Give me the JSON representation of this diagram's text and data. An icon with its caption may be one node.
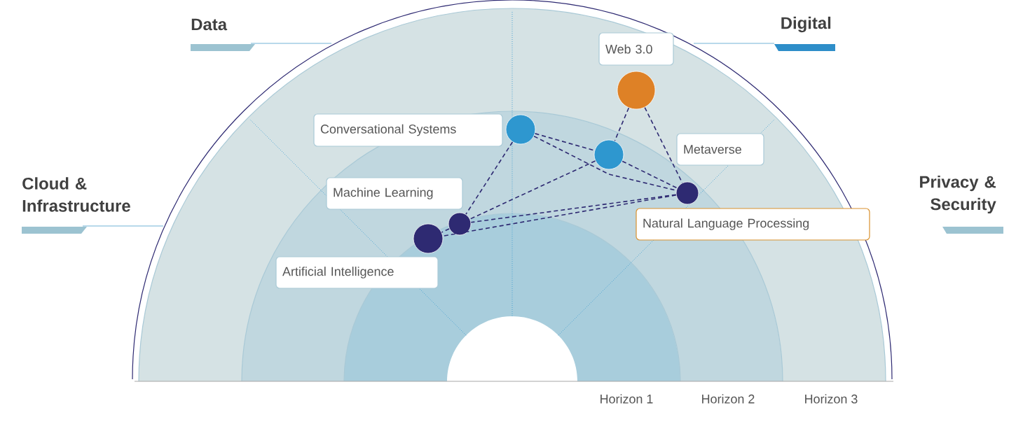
{
  "diagram": {
    "nodes": [
      {
        "text": [
          "Web 3.0"
        ]
      },
      {
        "text": [],
        "shape": "circle"
      },
      {
        "text": [
          "Conversational Systems"
        ]
      },
      {
        "text": [],
        "shape": "circle"
      },
      {
        "text": [],
        "shape": "circle"
      },
      {
        "text": [
          "Metaverse"
        ]
      },
      {
        "text": [
          "Machine Learning"
        ]
      },
      {
        "text": [],
        "shape": "circle"
      },
      {
        "text": [],
        "shape": "circle"
      },
      {
        "text": [
          "Natural Language Processing"
        ]
      },
      {
        "text": [],
        "shape": "circle"
      },
      {
        "text": [
          "Artificial Intelligence"
        ]
      }
    ],
    "edges": [
      {
        "from": 1,
        "to": 4,
        "arrow": "none"
      },
      {
        "from": 1,
        "to": 7,
        "arrow": "none"
      },
      {
        "from": 3,
        "to": 4,
        "arrow": "none"
      },
      {
        "from": 3,
        "to": 8,
        "arrow": "none"
      },
      {
        "from": 3,
        "to": 7,
        "arrow": "none"
      },
      {
        "from": 4,
        "to": 7,
        "arrow": "none"
      },
      {
        "from": 4,
        "to": 8,
        "arrow": "none"
      },
      {
        "from": 7,
        "to": 8,
        "arrow": "none"
      },
      {
        "from": 7,
        "to": 10,
        "arrow": "none"
      },
      {
        "from": 8,
        "to": 10,
        "arrow": "none"
      }
    ],
    "labels": [
      "Data",
      "Digital",
      "Cloud & Infrastructure",
      "Privacy & Security",
      "Horizon 1",
      "Horizon 2",
      "Horizon 3"
    ]
  }
}
